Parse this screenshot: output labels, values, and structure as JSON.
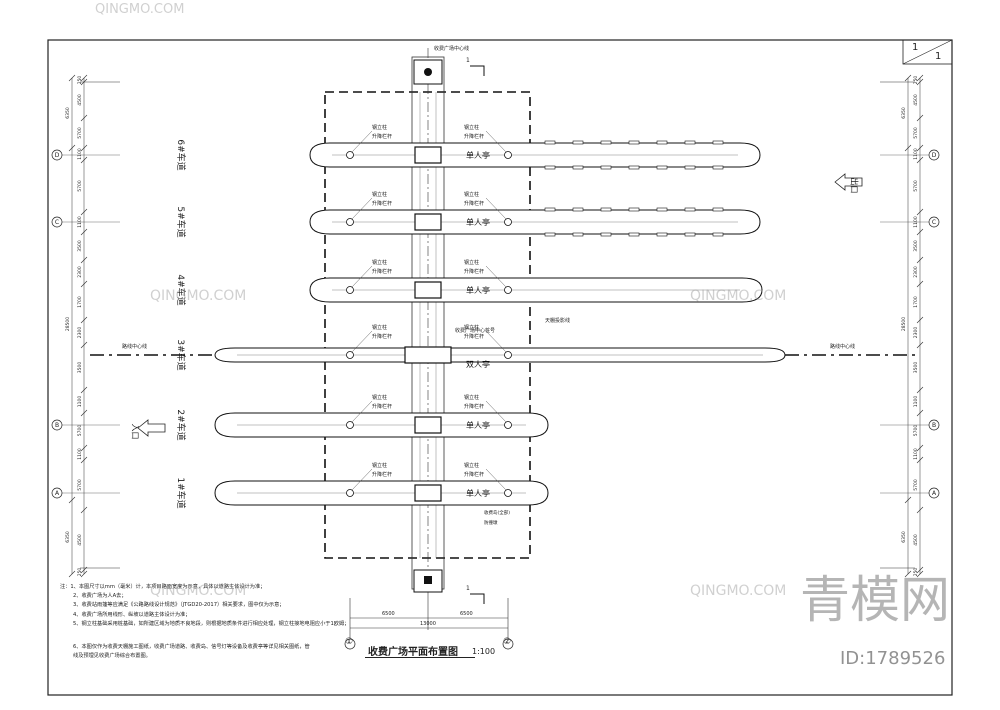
{
  "drawing": {
    "title": "收费广场平面布置图",
    "scale": "1:100",
    "sheet_number": "1",
    "sheet_total": "1"
  },
  "labels": {
    "plaza_centerline": "收费广场中心线",
    "road_centerline": "路线中心线",
    "exit_arrow": "出口",
    "entrance_arrow": "入口",
    "canopy_column": "钢立柱",
    "lift_barrier": "升降栏杆",
    "single_booth": "单人亭",
    "double_booth": "双人亭",
    "plaza_center_stake": "收费广场中心桩号",
    "canopy_edge": "天棚投影线",
    "toll_island_tag": "收费岛(全部)",
    "toll_island_note": "防撞墩",
    "section_mark": "1",
    "axis_1": "①",
    "axis_2": "②"
  },
  "lanes": [
    {
      "label": "6#车道",
      "axis": "D",
      "booth": "单人亭"
    },
    {
      "label": "5#车道",
      "axis": "C",
      "booth": "单人亭"
    },
    {
      "label": "4#车道",
      "axis": "",
      "booth": "单人亭"
    },
    {
      "label": "3#车道",
      "axis": "",
      "booth": "双人亭"
    },
    {
      "label": "2#车道",
      "axis": "B",
      "booth": "单人亭"
    },
    {
      "label": "1#车道",
      "axis": "A",
      "booth": "单人亭"
    }
  ],
  "dimensions": {
    "left_outer": [
      "250",
      "4500",
      "5700",
      "1100",
      "5700",
      "1100",
      "3500",
      "2300",
      "1700",
      "2300",
      "3500",
      "1100",
      "5700",
      "1100",
      "5700",
      "4500",
      "250"
    ],
    "left_totals": [
      "6350",
      "28500",
      "6350"
    ],
    "bottom": [
      "6500",
      "6500",
      "13000"
    ]
  },
  "notes": [
    "注：1、本图尺寸以mm（毫米）计，本项目路面宽度为示意，具体以道路主体设计为准；",
    "2、收费广场为人A去；",
    "3、收费站雨篷等应满足《公路路线设计规范》（JTGD20-2017）相关要求，图中仅为示意；",
    "4、收费广场所用线形、纵坡以道路主体设计为准；",
    "5、钢立柱基础采用桩基础，如所建区域为地质不良地段，则根据地质条件进行相应处理，钢立柱接地电阻应小于1欧姆；",
    "6、本图仅作为收费天棚施工图纸，收费广场道路、收费岛、信号灯等设备及收费亭等详见相关图纸，管",
    "线及预埋见收费广场综合布置图。"
  ],
  "watermarks": {
    "brand_small": "QINGMO.COM",
    "brand_big": "青模网",
    "id": "ID:1789526"
  }
}
